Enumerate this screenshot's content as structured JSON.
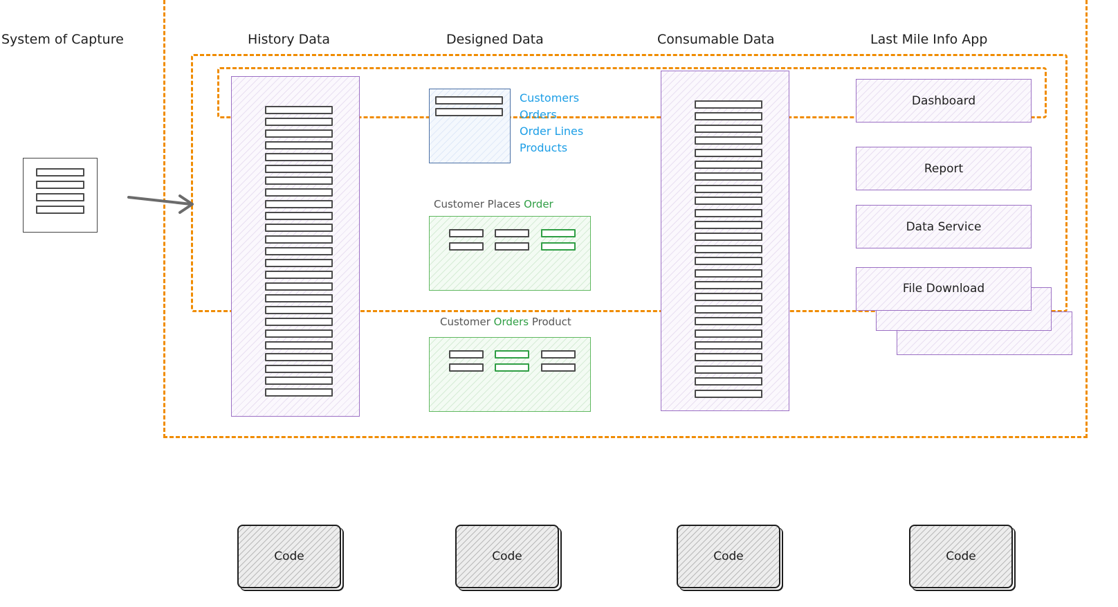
{
  "headers": {
    "capture": "System of Capture",
    "history": "History Data",
    "designed": "Designed Data",
    "consumable": "Consumable Data",
    "app": "Last Mile Info App"
  },
  "entities": [
    "Customers",
    "Orders",
    "Order Lines",
    "Products"
  ],
  "relations": [
    {
      "prefix": "Customer Places ",
      "highlight": "Order",
      "suffix": ""
    },
    {
      "prefix": "Customer ",
      "highlight": "Orders",
      "suffix": " Product"
    }
  ],
  "app_items": {
    "dashboard": "Dashboard",
    "report": "Report",
    "data_service": "Data Service",
    "file_download": "File Download"
  },
  "code_labels": [
    "Code",
    "Code",
    "Code",
    "Code"
  ],
  "colors": {
    "boundary": "#f08c00",
    "purple": "#9b6fc4",
    "entity_blue": "#1c9ee6",
    "relation_green": "#2f9e44"
  }
}
